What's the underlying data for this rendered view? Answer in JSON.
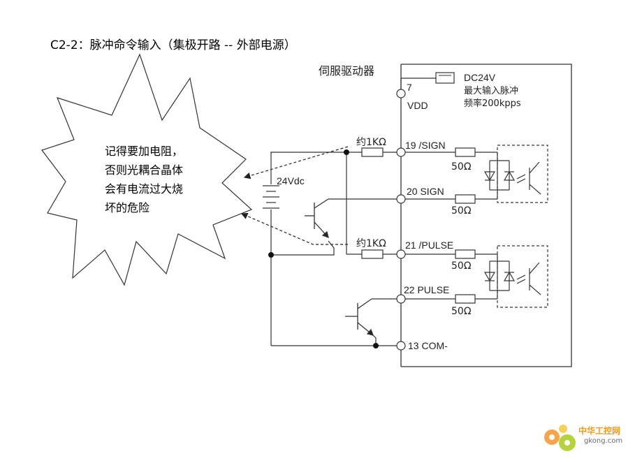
{
  "title": "C2-2：脉冲命令输入（集极开路 -- 外部电源）",
  "callout": {
    "lines": [
      "记得要加电阻，",
      "否则光耦合晶体",
      "会有电流过大烧",
      "坏的危险"
    ]
  },
  "servo_label": "伺服驱动器",
  "pin7": {
    "number": "7",
    "name": "VDD"
  },
  "supply_note": {
    "voltage": "DC24V",
    "line1": "最大输入脉冲",
    "line2": "频率200kpps"
  },
  "pins": {
    "p19": "19 /SIGN",
    "p20": "20 SIGN",
    "p21": "21 /PULSE",
    "p22": "22 PULSE",
    "p13": "13 COM-"
  },
  "resistors": {
    "external_1": "约1KΩ",
    "external_2": "约1KΩ",
    "internal": "50Ω"
  },
  "source_voltage": "24Vdc",
  "watermark": {
    "brand": "中华工控网",
    "url": "gkong.com"
  }
}
